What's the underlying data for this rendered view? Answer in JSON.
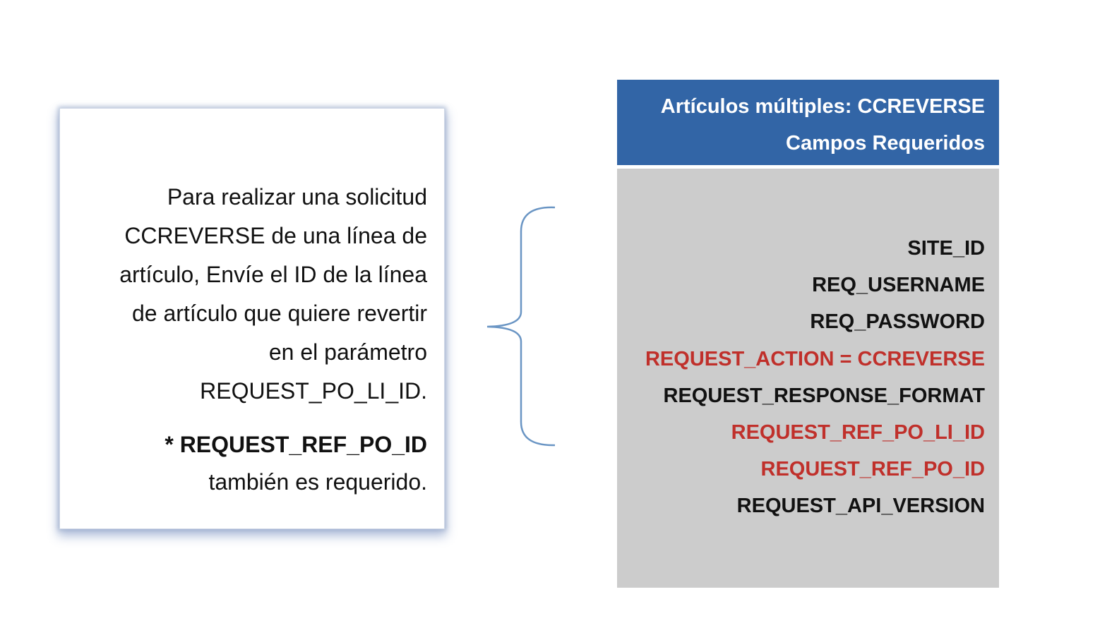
{
  "note": {
    "lines": [
      "Para realizar una solicitud",
      "CCREVERSE de una línea de",
      "artículo, Envíe el ID de la línea",
      "de artículo que quiere revertir",
      "en el parámetro",
      "REQUEST_PO_LI_ID."
    ],
    "footnote_bold": "* REQUEST_REF_PO_ID",
    "footnote_rest": "también es requerido."
  },
  "table": {
    "title_line1": "Artículos múltiples: CCREVERSE",
    "title_line2": "Campos Requeridos",
    "fields": [
      {
        "label": "SITE_ID",
        "highlight": false
      },
      {
        "label": "REQ_USERNAME",
        "highlight": false
      },
      {
        "label": "REQ_PASSWORD",
        "highlight": false
      },
      {
        "label": "REQUEST_ACTION = CCREVERSE",
        "highlight": true
      },
      {
        "label": "REQUEST_RESPONSE_FORMAT",
        "highlight": false
      },
      {
        "label": "REQUEST_REF_PO_LI_ID",
        "highlight": true
      },
      {
        "label": "REQUEST_REF_PO_ID",
        "highlight": true
      },
      {
        "label": "REQUEST_API_VERSION",
        "highlight": false
      }
    ]
  },
  "colors": {
    "header_bg": "#3265a6",
    "body_bg": "#cccccc",
    "highlight_text": "#c0302b",
    "brace_stroke": "#6a95c4"
  }
}
